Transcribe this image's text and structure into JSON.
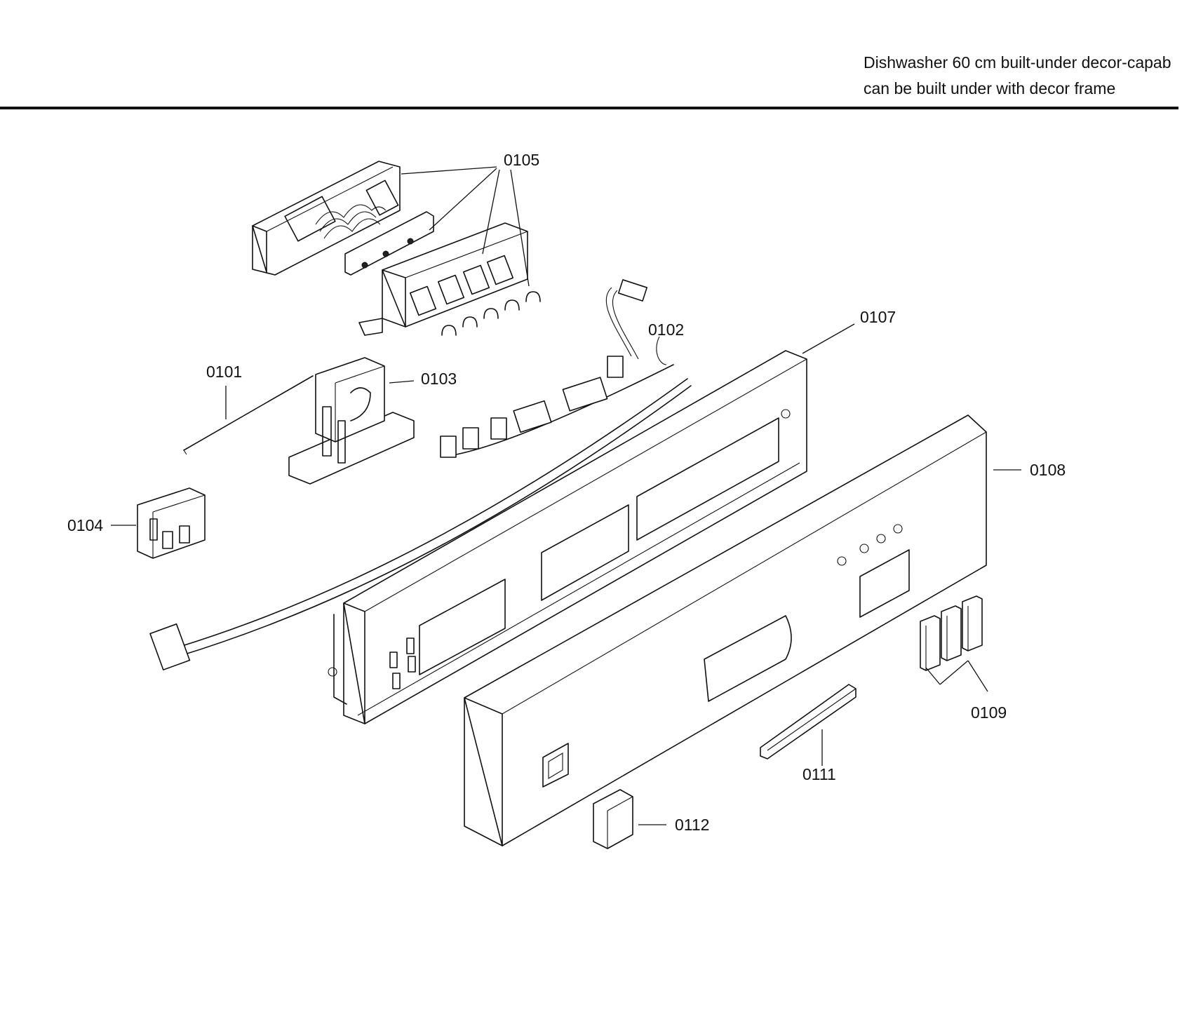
{
  "header": {
    "line1": "Dishwasher 60 cm built-under decor-capab",
    "line2": "can be built under with decor frame"
  },
  "callouts": [
    "0105",
    "0102",
    "0107",
    "0101",
    "0103",
    "0108",
    "0104",
    "0109",
    "0111",
    "0112"
  ]
}
